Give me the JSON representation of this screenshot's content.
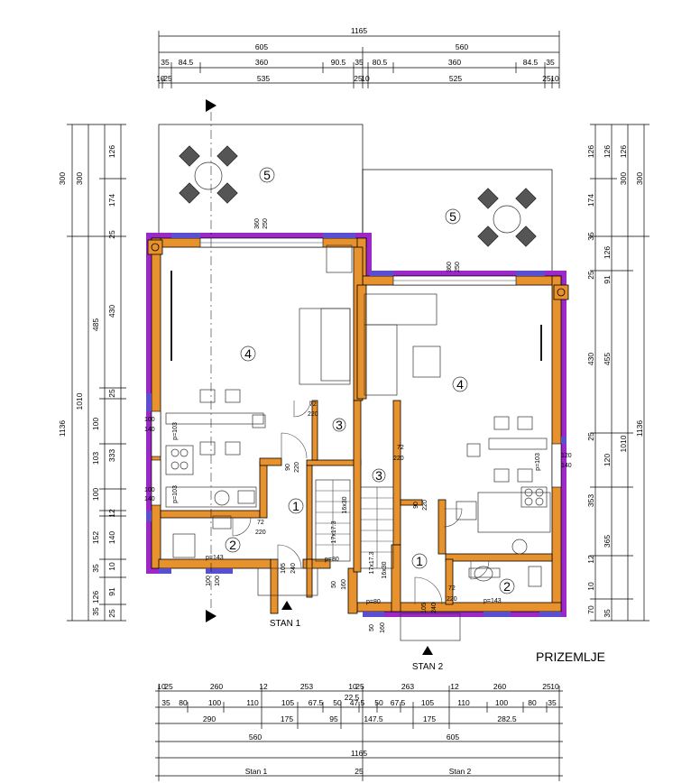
{
  "title": "PRIZEMLJE",
  "colors": {
    "wall": "#e8922e",
    "insulation": "#9c28c8",
    "window": "#5a4fd0",
    "line": "#000000"
  },
  "top_dims": {
    "total": "1165",
    "row2": [
      "605",
      "560"
    ],
    "row3": [
      "35",
      "84.5",
      "360",
      "90.5",
      "35",
      "80.5",
      "360",
      "84.5",
      "35"
    ],
    "row4": [
      "10",
      "25",
      "535",
      "25",
      "10",
      "525",
      "25",
      "10"
    ]
  },
  "bottom_dims": {
    "row1": [
      "10",
      "25",
      "260",
      "12",
      "253",
      "10",
      "25",
      "263",
      "12",
      "260",
      "25",
      "10"
    ],
    "row1b": "22.5",
    "row2": [
      "35",
      "80",
      "100",
      "110",
      "105",
      "67.5",
      "50",
      "47.5",
      "50",
      "67.5",
      "105",
      "110",
      "100",
      "80",
      "35"
    ],
    "row3": [
      "290",
      "175",
      "95",
      "147.5",
      "175",
      "282.5"
    ],
    "row4": [
      "560",
      "605"
    ],
    "total": "1165",
    "row6": [
      "Stan 1",
      "25",
      "Stan 2"
    ]
  },
  "left_dims": {
    "outer": [
      "300",
      "1136"
    ],
    "col2": [
      "300",
      "1010"
    ],
    "col3": [
      "485",
      "100",
      "103",
      "100",
      "152",
      "126"
    ],
    "col4": [
      "126",
      "174",
      "25",
      "430",
      "25",
      "333",
      "12",
      "140",
      "10",
      "35",
      "91",
      "35",
      "25"
    ]
  },
  "right_dims": {
    "outer": [
      "300",
      "1136"
    ],
    "col2": [
      "300",
      "1010"
    ],
    "col3": [
      "126",
      "126",
      "91",
      "455",
      "120",
      "365",
      "126"
    ],
    "col4": [
      "126",
      "174",
      "35",
      "25",
      "430",
      "25",
      "353",
      "12",
      "10",
      "70",
      "35"
    ]
  },
  "rooms": {
    "r1a": "1",
    "r1b": "1",
    "r2a": "2",
    "r2b": "2",
    "r3a": "3",
    "r3b": "3",
    "r4a": "4",
    "r4b": "4",
    "r5a": "5",
    "r5b": "5"
  },
  "openings": {
    "w_top_a": "360",
    "w_top_a2": "250",
    "w_top_b": "360",
    "w_top_b2": "250",
    "w_left_1a": "100",
    "w_left_1b": "140",
    "w_left_1c": "p=103",
    "w_left_2a": "100",
    "w_left_2b": "140",
    "w_left_2c": "p=103",
    "w_right_a": "120",
    "w_right_b": "140",
    "w_right_c": "p=103",
    "d_a1": "72",
    "d_a2": "220",
    "d_b1": "72",
    "d_b2": "220",
    "d_c1": "90",
    "d_c2": "220",
    "d_d1": "90",
    "d_d2": "220",
    "d_e1": "72",
    "d_e2": "220",
    "d_f1": "72",
    "d_f2": "220",
    "p143a": "p=143",
    "p143b": "p=143",
    "p80a": "p=80",
    "p80b": "p=80",
    "e105a": "105",
    "e240a": "240",
    "e50a": "50",
    "e160a": "160",
    "e105b": "105",
    "e240b": "240",
    "e50b": "50",
    "e160b": "160",
    "e100a": "100",
    "e100b": "100",
    "st1a": "17x17.3",
    "st1b": "16x30",
    "st2a": "17x17.3",
    "st2b": "16x30"
  },
  "entrances": {
    "stan1": "STAN 1",
    "stan2": "STAN 2"
  }
}
